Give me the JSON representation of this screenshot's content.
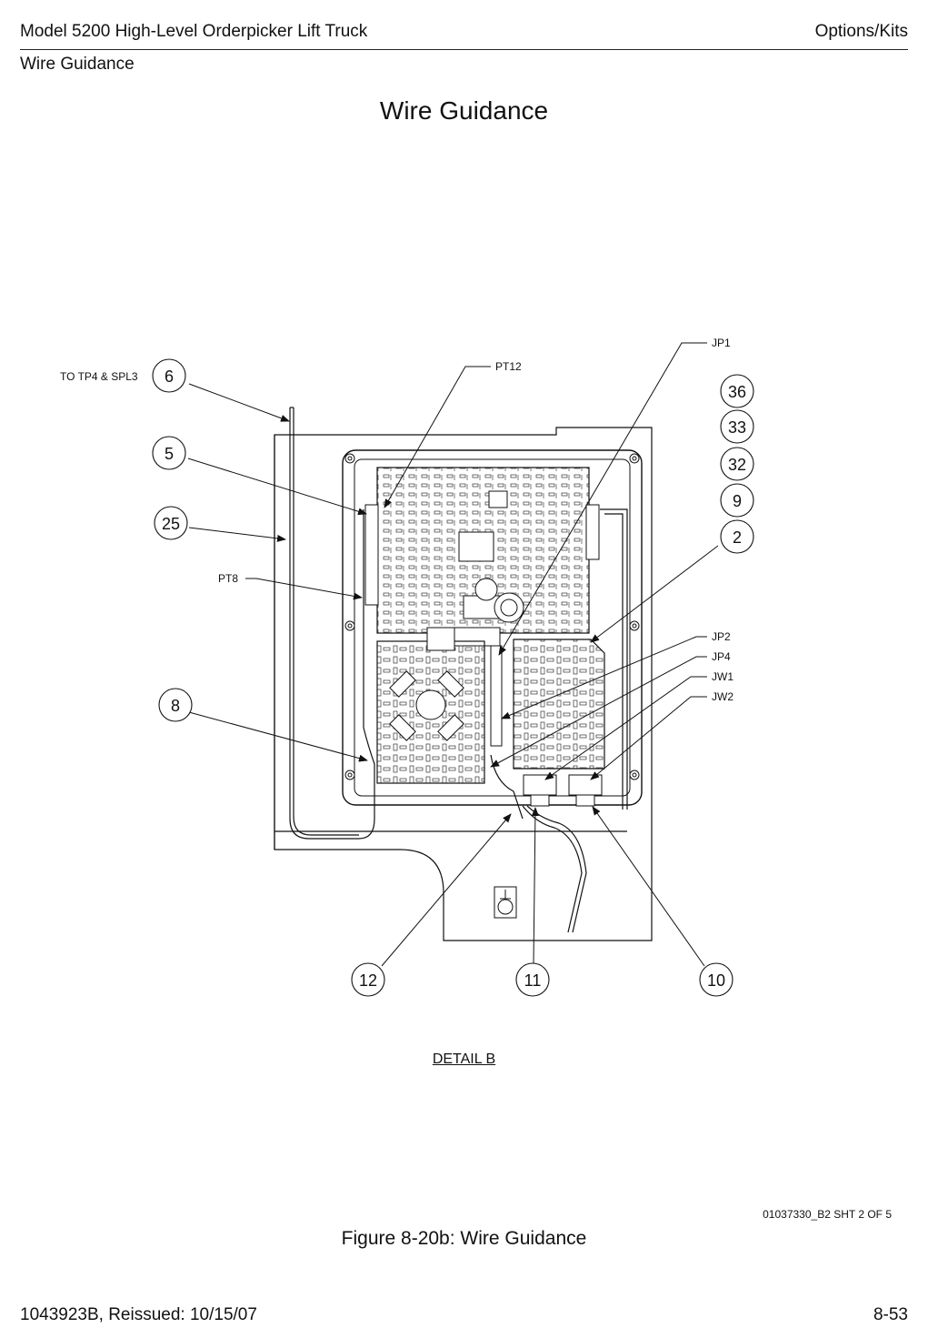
{
  "header": {
    "left_title": "Model 5200 High-Level Orderpicker Lift Truck",
    "right_title": "Options/Kits",
    "section": "Wire Guidance"
  },
  "page_title": "Wire Guidance",
  "callouts": {
    "c6": "6",
    "c5": "5",
    "c25": "25",
    "c8": "8",
    "c36": "36",
    "c33": "33",
    "c32": "32",
    "c9": "9",
    "c2": "2",
    "c12": "12",
    "c11": "11",
    "c10": "10"
  },
  "labels": {
    "to_tp4": "TO TP4 & SPL3",
    "pt12": "PT12",
    "pt8": "PT8",
    "jp1": "JP1",
    "jp2": "JP2",
    "jp4": "JP4",
    "jw1": "JW1",
    "jw2": "JW2"
  },
  "detail_label": "DETAIL B",
  "drawing_number": "01037330_B2 SHT 2 OF 5",
  "figure_caption": "Figure 8-20b:  Wire Guidance",
  "footer": {
    "doc_id": "1043923B, Reissued: 10/15/07",
    "page_number": "8-53"
  }
}
